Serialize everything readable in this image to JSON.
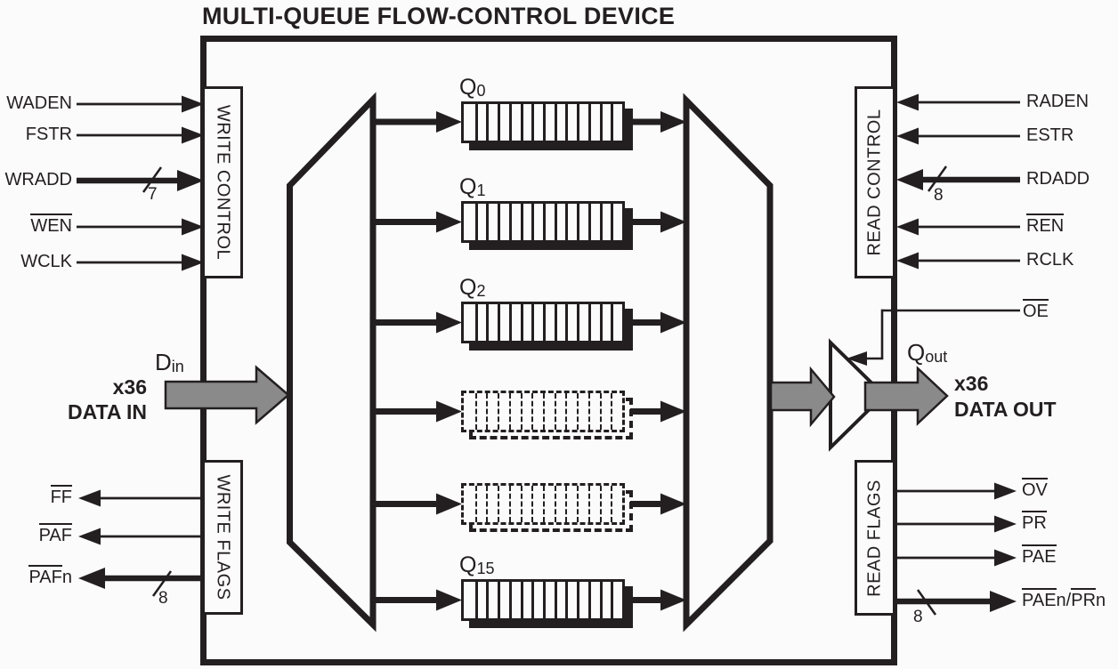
{
  "title": "MULTI-QUEUE FLOW-CONTROL DEVICE",
  "colors": {
    "ink": "#231f20",
    "data_arrow_gray": "#8a8a8a",
    "background": "#fbfbfc"
  },
  "blocks": {
    "write_control": "WRITE CONTROL",
    "write_flags": "WRITE FLAGS",
    "read_control": "READ CONTROL",
    "read_flags": "READ FLAGS"
  },
  "data_in": {
    "port_base": "D",
    "port_sub": "in",
    "bus_width": "x36",
    "label": "DATA IN"
  },
  "data_out": {
    "port_base": "Q",
    "port_sub": "out",
    "bus_width": "x36",
    "label": "DATA OUT"
  },
  "output_enable": {
    "label": "OE"
  },
  "queues": [
    {
      "base": "Q",
      "sub": "0",
      "style": "solid"
    },
    {
      "base": "Q",
      "sub": "1",
      "style": "solid"
    },
    {
      "base": "Q",
      "sub": "2",
      "style": "solid"
    },
    {
      "base": null,
      "sub": null,
      "style": "dashed"
    },
    {
      "base": null,
      "sub": null,
      "style": "dashed"
    },
    {
      "base": "Q",
      "sub": "15",
      "style": "solid"
    }
  ],
  "signals": {
    "write_inputs": [
      {
        "segments": [
          {
            "text": "WADEN",
            "overline": false
          }
        ],
        "bus": null
      },
      {
        "segments": [
          {
            "text": "FSTR",
            "overline": false
          }
        ],
        "bus": null
      },
      {
        "segments": [
          {
            "text": "WRADD",
            "overline": false
          }
        ],
        "bus": "7"
      },
      {
        "segments": [
          {
            "text": "WEN",
            "overline": true
          }
        ],
        "bus": null
      },
      {
        "segments": [
          {
            "text": "WCLK",
            "overline": false
          }
        ],
        "bus": null
      }
    ],
    "write_flags": [
      {
        "segments": [
          {
            "text": "FF",
            "overline": true
          }
        ],
        "bus": null
      },
      {
        "segments": [
          {
            "text": "PAF",
            "overline": true
          }
        ],
        "bus": null
      },
      {
        "segments": [
          {
            "text": "PAF",
            "overline": true
          },
          {
            "text": "n",
            "overline": false
          }
        ],
        "bus": "8"
      }
    ],
    "read_inputs": [
      {
        "segments": [
          {
            "text": "RADEN",
            "overline": false
          }
        ],
        "bus": null
      },
      {
        "segments": [
          {
            "text": "ESTR",
            "overline": false
          }
        ],
        "bus": null
      },
      {
        "segments": [
          {
            "text": "RDADD",
            "overline": false
          }
        ],
        "bus": "8"
      },
      {
        "segments": [
          {
            "text": "REN",
            "overline": true
          }
        ],
        "bus": null
      },
      {
        "segments": [
          {
            "text": "RCLK",
            "overline": false
          }
        ],
        "bus": null
      }
    ],
    "read_flags": [
      {
        "segments": [
          {
            "text": "OV",
            "overline": true
          }
        ],
        "bus": null
      },
      {
        "segments": [
          {
            "text": "PR",
            "overline": true
          }
        ],
        "bus": null
      },
      {
        "segments": [
          {
            "text": "PAE",
            "overline": true
          }
        ],
        "bus": null
      },
      {
        "segments": [
          {
            "text": "PAE",
            "overline": true
          },
          {
            "text": "n/",
            "overline": false
          },
          {
            "text": "PR",
            "overline": true
          },
          {
            "text": "n",
            "overline": false
          }
        ],
        "bus": "8"
      }
    ]
  }
}
